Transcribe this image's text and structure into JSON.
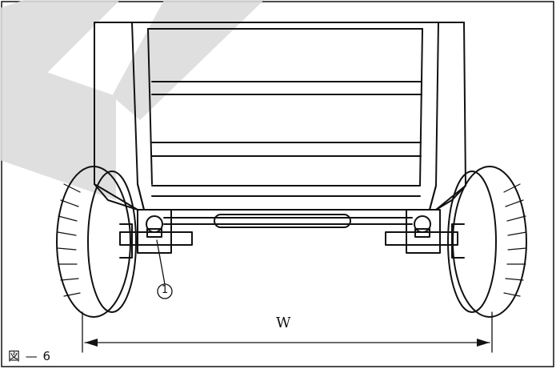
{
  "figure": {
    "caption": "図 — 6",
    "dimension_label": "W",
    "callout_number": "1",
    "stroke_color": "#111111",
    "watermark_color": "#d9d9d9"
  }
}
